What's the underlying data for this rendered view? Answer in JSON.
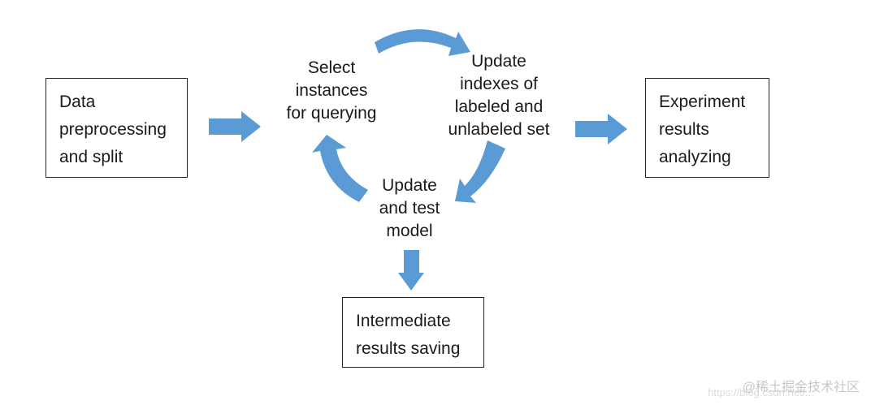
{
  "colors": {
    "arrow": "#5b9bd5",
    "box_border": "#222222",
    "text": "#1a1a1a"
  },
  "nodes": {
    "data_prep": [
      "Data",
      "preprocessing",
      "and split"
    ],
    "select": [
      "Select",
      "instances",
      "for querying"
    ],
    "update_indexes": [
      "Update",
      "indexes of",
      "labeled and",
      "unlabeled set"
    ],
    "update_model": [
      "Update",
      "and test",
      "model"
    ],
    "experiment": [
      "Experiment",
      "results",
      "analyzing"
    ],
    "intermediate": [
      "Intermediate",
      "results saving"
    ]
  },
  "watermark": {
    "text": "@稀土掘金技术社区",
    "sub_text": "https://blog.csdn.net/..."
  }
}
